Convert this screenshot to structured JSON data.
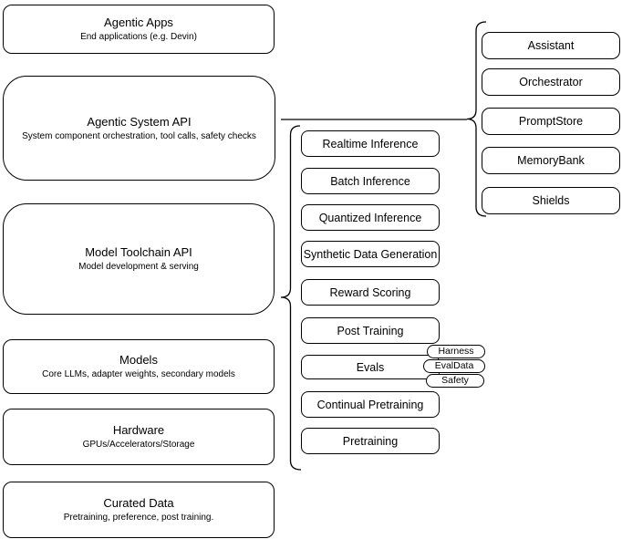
{
  "diagram": {
    "left_column": [
      {
        "title": "Agentic Apps",
        "subtitle": "End applications (e.g. Devin)"
      },
      {
        "title": "Agentic System API",
        "subtitle": "System component orchestration, tool calls, safety checks"
      },
      {
        "title": "Model Toolchain API",
        "subtitle": "Model development & serving"
      },
      {
        "title": "Models",
        "subtitle": "Core LLMs, adapter weights, secondary models"
      },
      {
        "title": "Hardware",
        "subtitle": "GPUs/Accelerators/Storage"
      },
      {
        "title": "Curated Data",
        "subtitle": "Pretraining, preference, post training."
      }
    ],
    "toolchain_components": [
      "Realtime Inference",
      "Batch Inference",
      "Quantized Inference",
      "Synthetic Data Generation",
      "Reward Scoring",
      "Post Training",
      "Evals",
      "Continual Pretraining",
      "Pretraining"
    ],
    "eval_tags": [
      "Harness",
      "EvalData",
      "Safety"
    ],
    "system_components": [
      "Assistant",
      "Orchestrator",
      "PromptStore",
      "MemoryBank",
      "Shields"
    ],
    "colors": {
      "stroke": "#000000",
      "fill": "#ffffff",
      "text": "#000000"
    }
  }
}
